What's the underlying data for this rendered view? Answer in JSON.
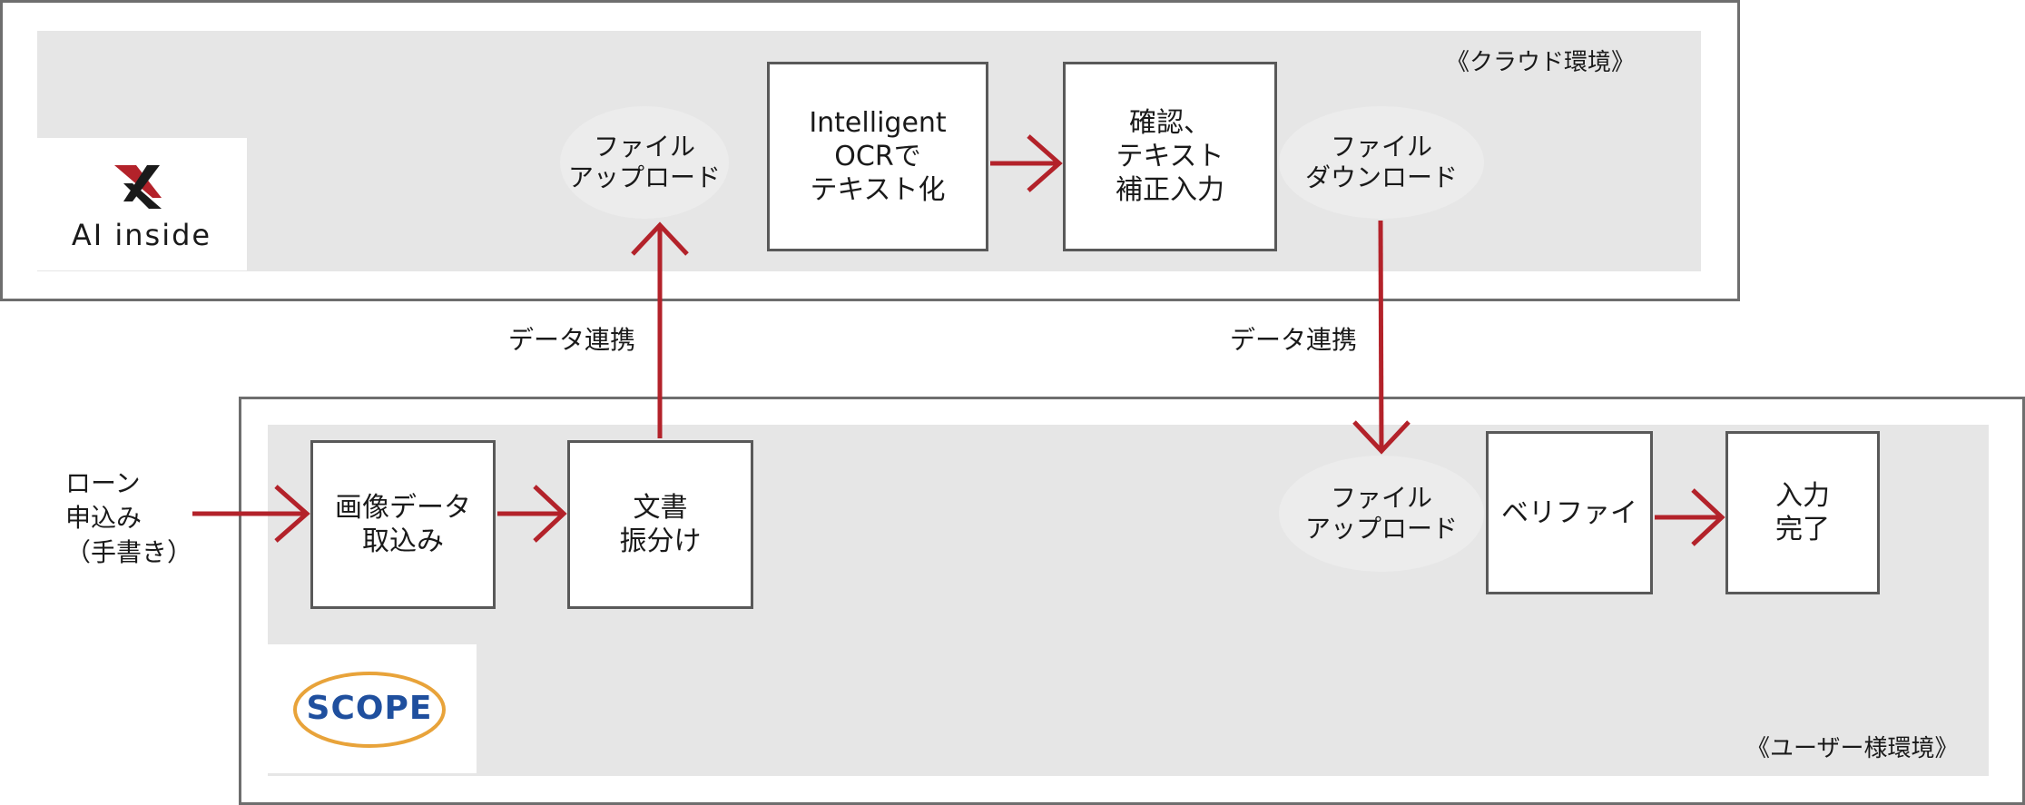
{
  "cloud": {
    "env_label": "《クラウド環境》",
    "logo_text": "AI inside"
  },
  "user": {
    "env_label": "《ユーザー様環境》",
    "logo_text": "SCOPE"
  },
  "input_label": "ローン\n申込み\n（手書き）",
  "nodes": {
    "upload_cloud": "ファイル\nアップロード",
    "ocr": "Intelligent\nOCRで\nテキスト化",
    "confirm": "確認、\nテキスト\n補正入力",
    "download": "ファイル\nダウンロード",
    "image_capture": "画像データ\n取込み",
    "doc_sort": "文書\n振分け",
    "upload_user": "ファイル\nアップロード",
    "verify": "ベリファイ",
    "complete": "入力\n完了"
  },
  "links": {
    "left": "データ連携",
    "right": "データ連携"
  },
  "colors": {
    "arrow": "#b3222a",
    "panel_border": "#6e6e6e",
    "panel_fill": "#e6e6e6",
    "ellipse_fill": "#ececec",
    "scope_blue": "#1f4f9e",
    "scope_orange": "#e8a33a"
  }
}
